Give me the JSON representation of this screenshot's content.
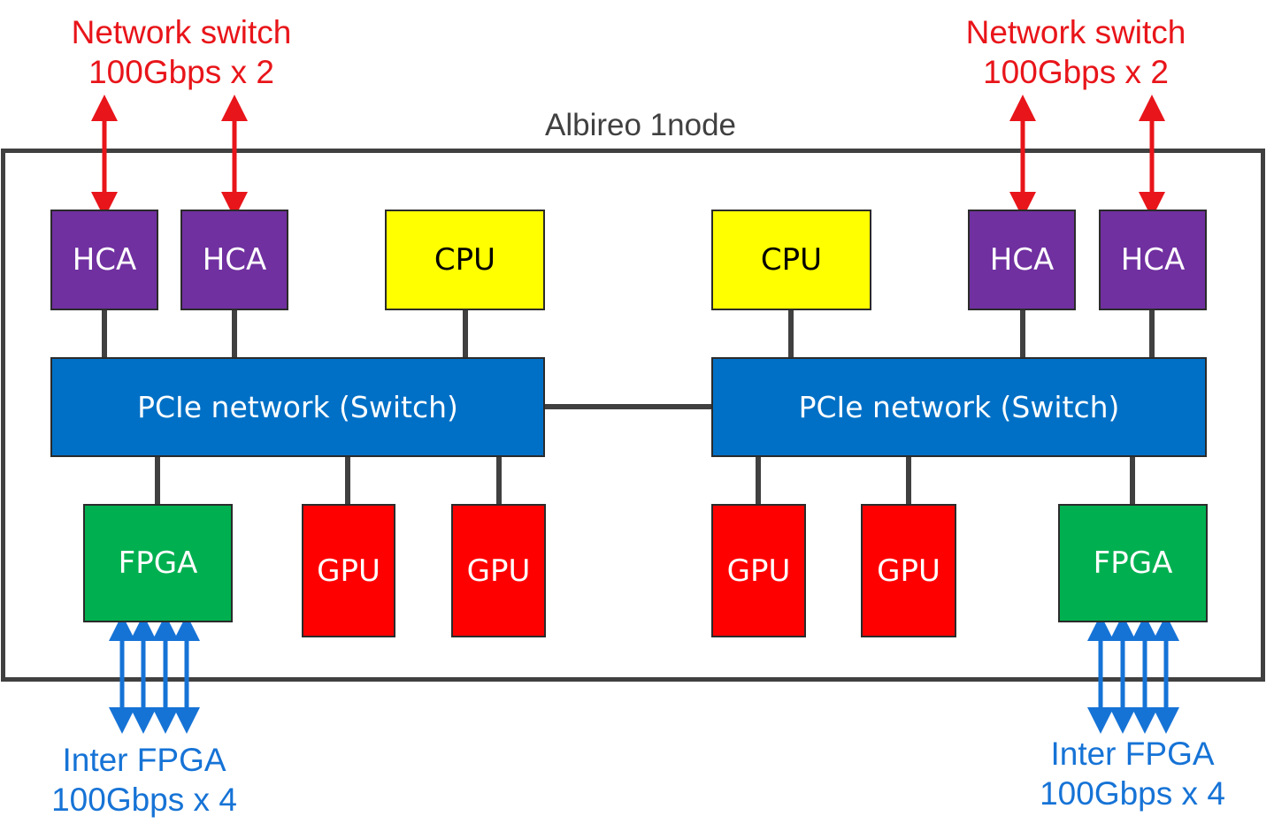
{
  "title": "Albireo 1node",
  "external_labels": {
    "network_switch_left": [
      "Network switch",
      "100Gbps x 2"
    ],
    "network_switch_right": [
      "Network switch",
      "100Gbps x 2"
    ],
    "inter_fpga_left": [
      "Inter FPGA",
      "100Gbps x 4"
    ],
    "inter_fpga_right": [
      "Inter FPGA",
      "100Gbps x 4"
    ]
  },
  "components": {
    "hca_1": "HCA",
    "hca_2": "HCA",
    "cpu_left": "CPU",
    "cpu_right": "CPU",
    "hca_3": "HCA",
    "hca_4": "HCA",
    "pcie_left": "PCIe network (Switch)",
    "pcie_right": "PCIe network (Switch)",
    "fpga_left": "FPGA",
    "gpu_1": "GPU",
    "gpu_2": "GPU",
    "gpu_3": "GPU",
    "gpu_4": "GPU",
    "fpga_right": "FPGA"
  },
  "colors": {
    "hca": "#7030a0",
    "cpu": "#ffff00",
    "pcie": "#0070c6",
    "fpga": "#00b050",
    "gpu": "#ff0000",
    "network_arrow": "#e8151a",
    "fpga_arrow": "#1673d6",
    "frame": "#404040"
  }
}
